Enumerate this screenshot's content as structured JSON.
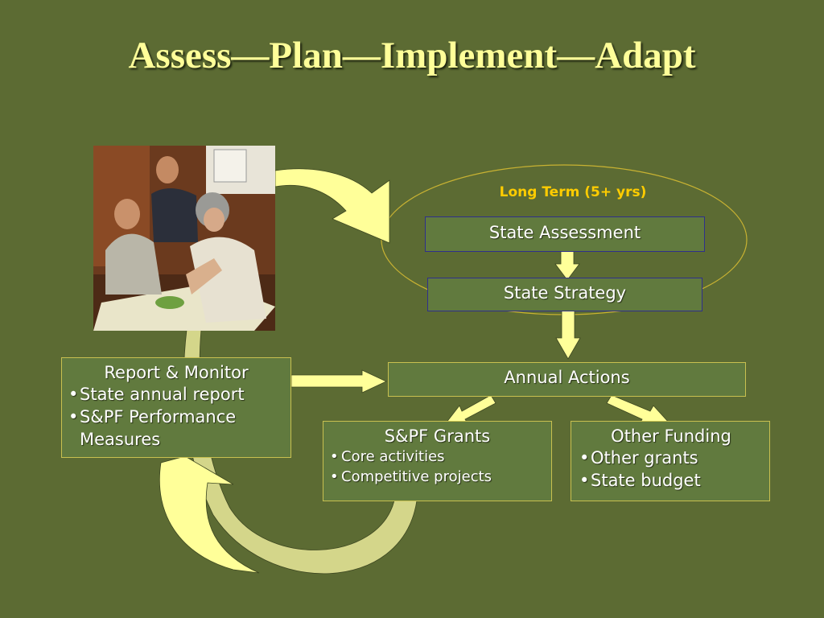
{
  "title": "Assess—Plan—Implement—Adapt",
  "long_term_label": "Long Term (5+ yrs)",
  "state_assessment": "State Assessment",
  "state_strategy": "State Strategy",
  "annual_actions": "Annual Actions",
  "report_monitor": {
    "heading": "Report & Monitor",
    "items": [
      "State annual report",
      "S&PF Performance Measures"
    ]
  },
  "spf_grants": {
    "heading": "S&PF Grants",
    "items": [
      "Core activities",
      "Competitive projects"
    ]
  },
  "other_funding": {
    "heading": "Other Funding",
    "items": [
      "Other grants",
      "State budget"
    ]
  },
  "colors": {
    "background": "#5c6b33",
    "title": "#ffff99",
    "box_fill": "#617a3e",
    "arrow_fill": "#ffff99",
    "long_term_label": "#ffcc00"
  }
}
